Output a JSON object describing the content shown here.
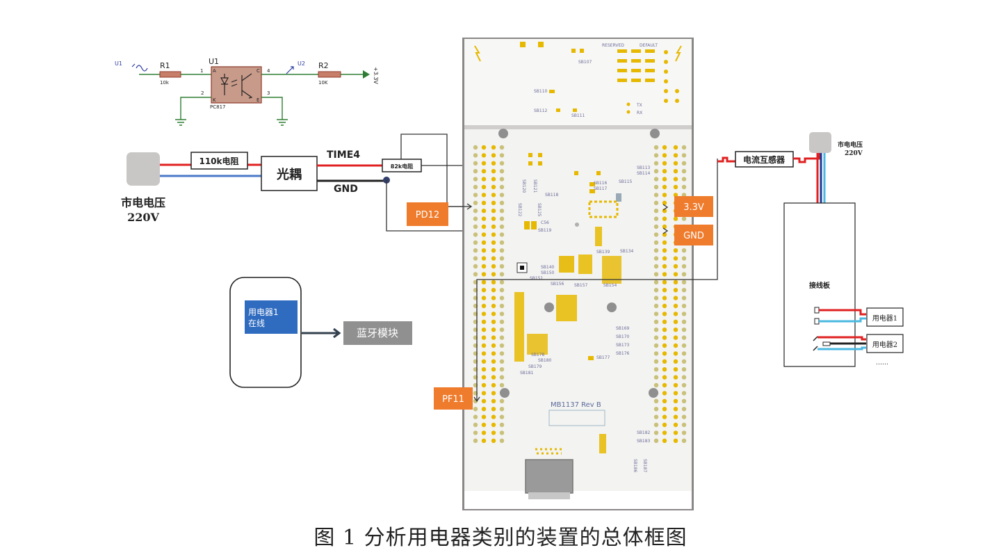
{
  "schematic": {
    "v1_label": "U1",
    "r1_label": "R1",
    "r1_value": "10k",
    "u1_label": "U1",
    "pin1": "1",
    "pin2": "2",
    "pin3": "3",
    "pin4": "4",
    "pin_a": "A",
    "pin_k": "K",
    "pin_c": "C",
    "pin_e": "E",
    "part_number": "PC817",
    "v2_label": "U2",
    "r2_label": "R2",
    "r2_value": "10K",
    "vcc_label": "+3.3V"
  },
  "left_chain": {
    "mains_label": "市电电压",
    "mains_voltage": "220V",
    "resistor_110k": "110k电阻",
    "optocoupler": "光耦",
    "timer_label": "TIME4",
    "gnd_label": "GND",
    "resistor_82k": "82k电阻"
  },
  "pins": {
    "pd12": "PD12",
    "v33": "3.3V",
    "gnd": "GND",
    "pf11": "PF11"
  },
  "board": {
    "rev_label": "MB1137 Rev B",
    "silk": [
      "RESERVED",
      "DEFAULT",
      "SB107",
      "SB110",
      "SB112",
      "SB111",
      "TX",
      "RX",
      "SB113",
      "SB114",
      "SB116",
      "SB117",
      "SB115",
      "SB118",
      "SB120",
      "SB122",
      "SB125",
      "SB119",
      "SB121",
      "C56",
      "SB139",
      "SB134",
      "SB140",
      "SB150",
      "SB151",
      "SB156",
      "SB157",
      "SB154",
      "SB169",
      "SB170",
      "SB173",
      "SB176",
      "SB177",
      "SB178",
      "SB180",
      "SB179",
      "SB181",
      "SB182",
      "SB183",
      "SB186",
      "SB187"
    ]
  },
  "phone": {
    "status_line1": "用电器1",
    "status_line2": "在线",
    "bluetooth": "蓝牙模块"
  },
  "right_side": {
    "current_sensor": "电流互感器",
    "mains_label": "市电电压",
    "mains_voltage": "220V",
    "terminal_board": "接线板",
    "appliance1": "用电器1",
    "appliance2": "用电器2",
    "more": "……"
  },
  "caption": "图 1  分析用电器类别的装置的总体框图"
}
